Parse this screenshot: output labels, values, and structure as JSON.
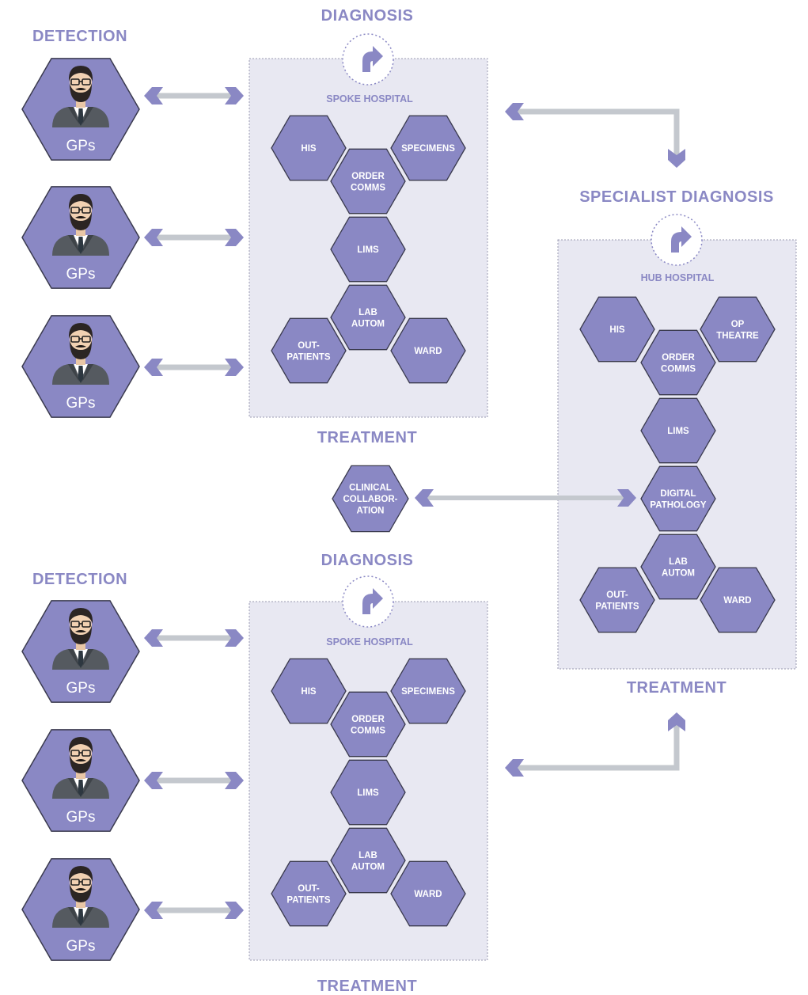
{
  "colors": {
    "hex_fill": "#8a88c4",
    "hex_stroke": "#3a3a4e",
    "panel_fill": "#e8e8f2",
    "panel_border": "#9a9ab0",
    "arrow_bar": "#c4c8ce",
    "arrow_head": "#8a88c4",
    "heading": "#8a88c4"
  },
  "icons": {
    "gp": "doctor-avatar-icon",
    "cycle": "rotate-arrow-icon"
  },
  "headings": {
    "detection_top": "DETECTION",
    "diagnosis_top": "DIAGNOSIS",
    "treatment_top": "TREATMENT",
    "specialist_diagnosis": "SPECIALIST DIAGNOSIS",
    "treatment_hub": "TREATMENT",
    "diagnosis_bottom": "DIAGNOSIS",
    "detection_bottom": "DETECTION",
    "treatment_bottom": "TREATMENT"
  },
  "gps": [
    {
      "label": "GPs"
    },
    {
      "label": "GPs"
    },
    {
      "label": "GPs"
    },
    {
      "label": "GPs"
    },
    {
      "label": "GPs"
    },
    {
      "label": "GPs"
    }
  ],
  "spoke_top": {
    "title": "SPOKE HOSPITAL",
    "nodes": [
      {
        "lines": [
          "HIS"
        ]
      },
      {
        "lines": [
          "SPECIMENS"
        ]
      },
      {
        "lines": [
          "ORDER",
          "COMMS"
        ]
      },
      {
        "lines": [
          "LIMS"
        ]
      },
      {
        "lines": [
          "LAB",
          "AUTOM"
        ]
      },
      {
        "lines": [
          "OUT-",
          "PATIENTS"
        ]
      },
      {
        "lines": [
          "WARD"
        ]
      }
    ]
  },
  "spoke_bottom": {
    "title": "SPOKE HOSPITAL",
    "nodes": [
      {
        "lines": [
          "HIS"
        ]
      },
      {
        "lines": [
          "SPECIMENS"
        ]
      },
      {
        "lines": [
          "ORDER",
          "COMMS"
        ]
      },
      {
        "lines": [
          "LIMS"
        ]
      },
      {
        "lines": [
          "LAB",
          "AUTOM"
        ]
      },
      {
        "lines": [
          "OUT-",
          "PATIENTS"
        ]
      },
      {
        "lines": [
          "WARD"
        ]
      }
    ]
  },
  "hub": {
    "title": "HUB HOSPITAL",
    "nodes": [
      {
        "lines": [
          "HIS"
        ]
      },
      {
        "lines": [
          "OP",
          "THEATRE"
        ]
      },
      {
        "lines": [
          "ORDER",
          "COMMS"
        ]
      },
      {
        "lines": [
          "LIMS"
        ]
      },
      {
        "lines": [
          "DIGITAL",
          "PATHOLOGY"
        ]
      },
      {
        "lines": [
          "LAB",
          "AUTOM"
        ]
      },
      {
        "lines": [
          "OUT-",
          "PATIENTS"
        ]
      },
      {
        "lines": [
          "WARD"
        ]
      }
    ]
  },
  "clinical": {
    "lines": [
      "CLINICAL",
      "COLLABOR-",
      "ATION"
    ]
  }
}
